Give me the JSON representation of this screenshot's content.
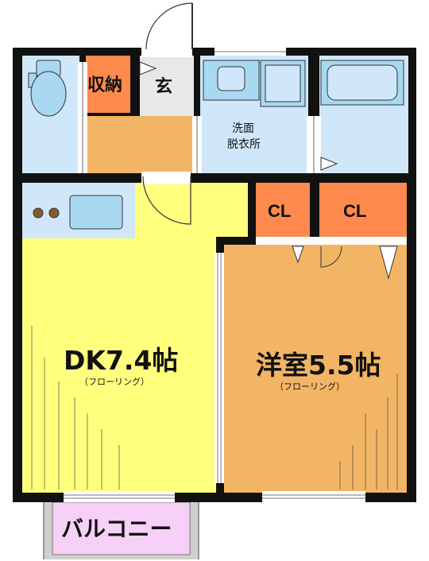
{
  "plan": {
    "rooms": {
      "dk": {
        "name": "DK7.4帖",
        "floor": "（フローリング）"
      },
      "western": {
        "name": "洋室5.5帖",
        "floor": "（フローリング）"
      },
      "storage": {
        "name": "収納"
      },
      "entrance": {
        "name": "玄"
      },
      "washroom": {
        "line1": "洗面",
        "line2": "脱衣所"
      },
      "closet1": {
        "name": "CL"
      },
      "closet2": {
        "name": "CL"
      },
      "balcony": {
        "name": "バルコニー"
      }
    },
    "colors": {
      "wall": "#111111",
      "dk_floor": "#ffff7e",
      "western_floor": "#f2b565",
      "closet": "#ff8a4d",
      "wet_area": "#cfe7f9",
      "fixture": "#a9d8f3",
      "entrance": "#e8e8e8",
      "balcony": "#f6d0f6"
    }
  }
}
